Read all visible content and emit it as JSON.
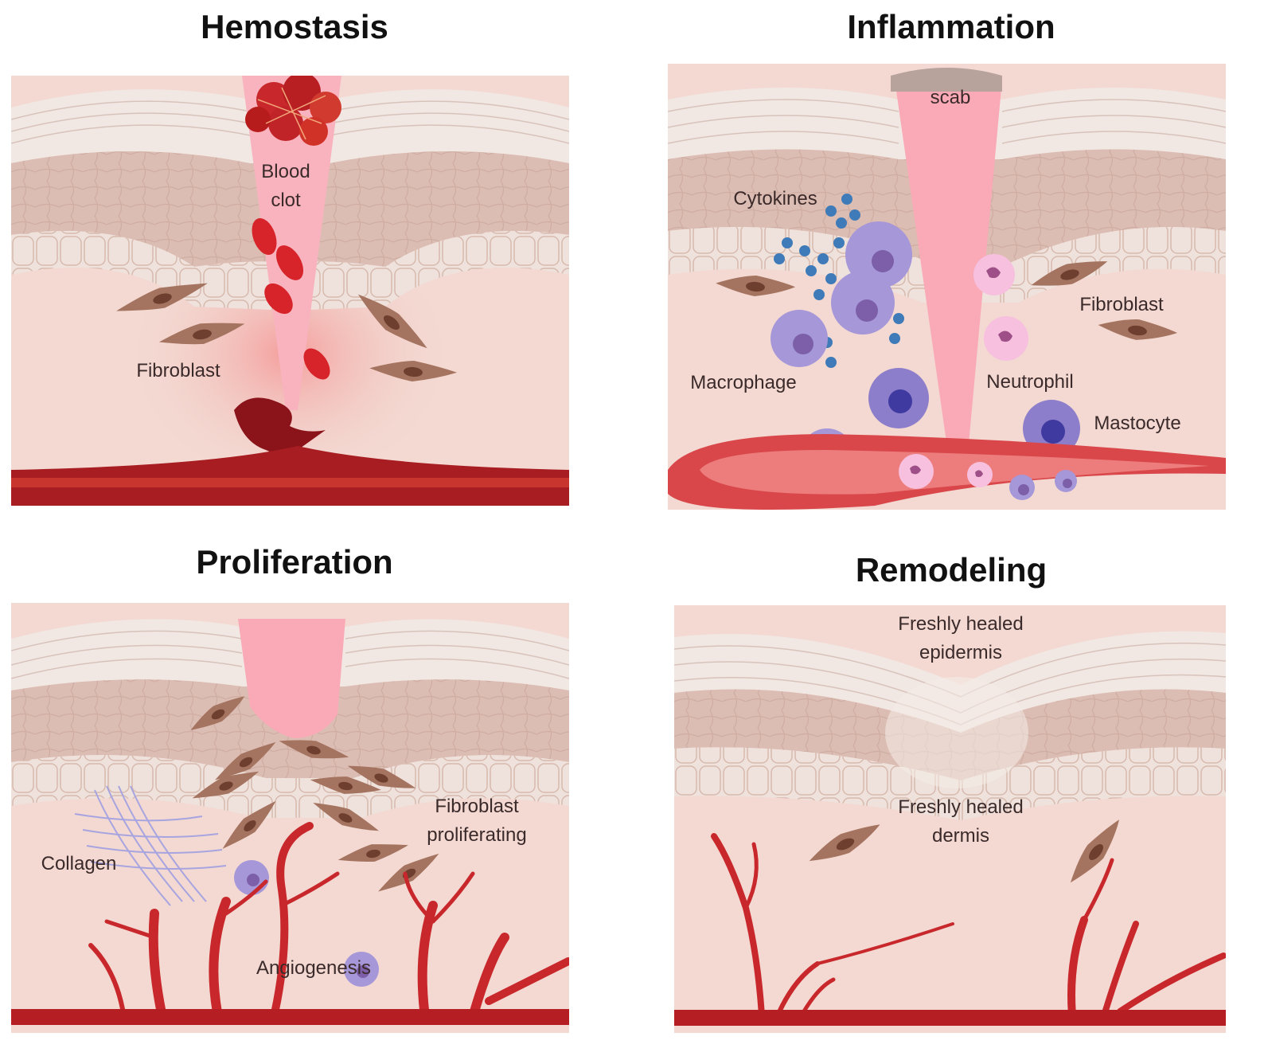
{
  "hemostasis": {
    "title": "Hemostasis",
    "labels": {
      "blood_clot_1": "Blood",
      "blood_clot_2": "clot",
      "fibroblast": "Fibroblast"
    }
  },
  "inflammation": {
    "title": "Inflammation",
    "labels": {
      "scab": "scab",
      "cytokines": "Cytokines",
      "fibroblast": "Fibroblast",
      "macrophage": "Macrophage",
      "neutrophil": "Neutrophil",
      "mastocyte": "Mastocyte"
    }
  },
  "proliferation": {
    "title": "Proliferation",
    "labels": {
      "fibroblast_prolif_1": "Fibroblast",
      "fibroblast_prolif_2": "proliferating",
      "collagen": "Collagen",
      "angiogenesis": "Angiogenesis"
    }
  },
  "remodeling": {
    "title": "Remodeling",
    "labels": {
      "epidermis_1": "Freshly healed",
      "epidermis_2": "epidermis",
      "dermis_1": "Freshly healed",
      "dermis_2": "dermis"
    }
  },
  "colors": {
    "dermis": "#f3d9d2",
    "epidermis": "#e2c6bc",
    "stratum": "#efe4df",
    "wound": "#f9aab6",
    "blood": "#c8202a",
    "vessel": "#a81d22",
    "fibroblast": "#a57460",
    "macrophage": "#9c8cd6",
    "neutrophil": "#f1a9d0"
  }
}
